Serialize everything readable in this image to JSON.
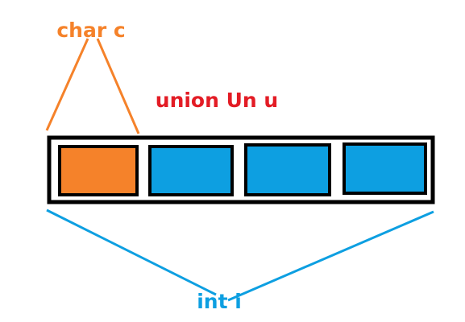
{
  "labels": {
    "char_member": "char c",
    "union_name": "union Un u",
    "int_member": "int i"
  },
  "colors": {
    "char_color": "#f5822a",
    "union_color": "#e31c25",
    "int_color": "#0d9fe1",
    "byte_char_fill": "#f5822a",
    "byte_int_fill": "#0d9fe1",
    "outline": "#000000"
  },
  "bytes": [
    {
      "role": "char",
      "fill": "#f5822a"
    },
    {
      "role": "int",
      "fill": "#0d9fe1"
    },
    {
      "role": "int",
      "fill": "#0d9fe1"
    },
    {
      "role": "int",
      "fill": "#0d9fe1"
    }
  ]
}
